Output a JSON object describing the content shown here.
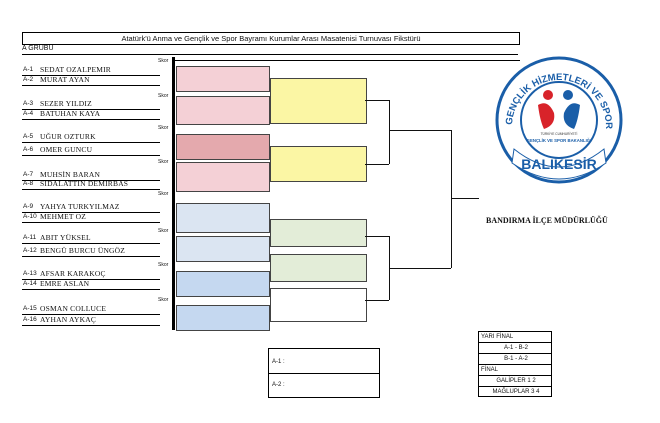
{
  "title": "Atatürk'ü Anma ve Gençlik ve Spor Bayramı Kurumlar Arası Masatenisi Turnuvası Fikstürü",
  "group": "A GRUBU",
  "skor_label": "Skor",
  "players": [
    {
      "num": "A-1",
      "name": "SEDAT OZALPEMIR"
    },
    {
      "num": "A-2",
      "name": "MURAT AYAN"
    },
    {
      "num": "A-3",
      "name": "SEZER YILDIZ"
    },
    {
      "num": "A-4",
      "name": "BATUHAN KAYA"
    },
    {
      "num": "A-5",
      "name": "UĞUR OZTURK"
    },
    {
      "num": "A-6",
      "name": "OMER GUNCU"
    },
    {
      "num": "A-7",
      "name": "MUHSİN BARAN"
    },
    {
      "num": "A-8",
      "name": "SIDALATTIN DEMIRBAS"
    },
    {
      "num": "A-9",
      "name": "YAHYA TURKYILMAZ"
    },
    {
      "num": "A-10",
      "name": "MEHMET OZ"
    },
    {
      "num": "A-11",
      "name": "ABIT YÜKSEL"
    },
    {
      "num": "A-12",
      "name": "BENGÜ BURCU ÜNGÖZ"
    },
    {
      "num": "A-13",
      "name": "AFSAR KARAKOÇ"
    },
    {
      "num": "A-14",
      "name": "EMRE ASLAN"
    },
    {
      "num": "A-15",
      "name": "OSMAN COLLUCE"
    },
    {
      "num": "A-16",
      "name": "AYHAN AYKAÇ"
    }
  ],
  "logo": {
    "arc_text": "GENÇLİK HİZMETLERİ VE SPOR İL MÜDÜRLÜĞÜ",
    "inner_top": "TÜRKİYE CUMHURİYETİ",
    "inner_main": "GENÇLİK VE SPOR BAKANLIĞI",
    "city": "BALIKESİR",
    "colors": {
      "red": "#d8232a",
      "blue": "#1a5ea8"
    }
  },
  "org_name": "BANDIRMA İLÇE MÜDÜRLÜĞÜ",
  "final_box": {
    "line1": "A-1 :",
    "line2": "A-2 :"
  },
  "schedule": {
    "semi_label": "YARI FİNAL",
    "semi1": "A-1 - B-2",
    "semi2": "B-1 - A-2",
    "final_label": "FİNAL",
    "final1": "GALİPLER 1 2",
    "final2": "MAĞLUPLAR 3 4"
  },
  "colors": {
    "pink": "#f4d0d6",
    "pink_dark": "#e4a9ad",
    "yellow": "#fbf6a4",
    "blue": "#dbe5f2",
    "blue_mid": "#c5d8f0",
    "green": "#e3edd8"
  }
}
